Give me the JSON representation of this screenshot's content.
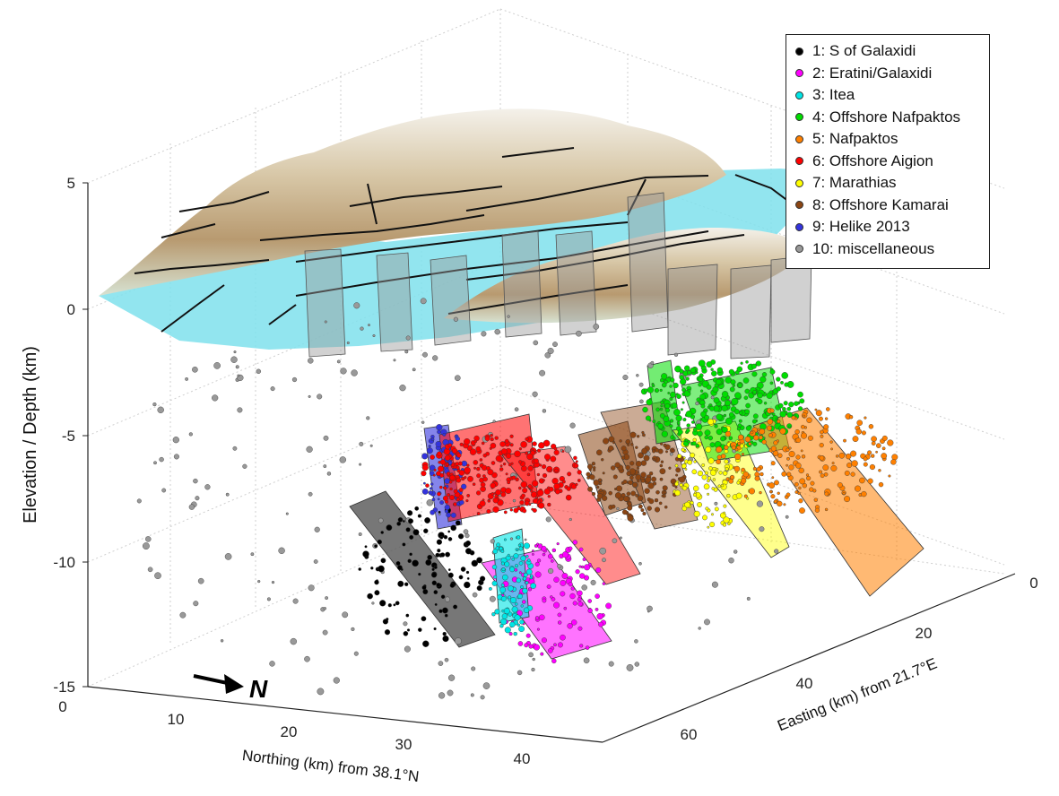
{
  "chart_data": {
    "type": "scatter",
    "projection": "3d",
    "zlabel": "Elevation / Depth (km)",
    "xlabel": "Northing (km) from 38.1°N",
    "ylabel": "Easting (km) from 21.7°E",
    "zlim": [
      -15,
      5
    ],
    "z_ticks": [
      "5",
      "0",
      "-5",
      "-10",
      "-15"
    ],
    "northing_ticks": [
      "0",
      "10",
      "20",
      "30",
      "40"
    ],
    "easting_ticks": [
      "0",
      "20",
      "40",
      "60"
    ],
    "north_arrow_label": "N",
    "grid": true,
    "legend_position": "top-right",
    "series": [
      {
        "name": "1: S of Galaxidi",
        "color": "#000000"
      },
      {
        "name": "2: Eratini/Galaxidi",
        "color": "#ff00ff"
      },
      {
        "name": "3: Itea",
        "color": "#00e5e5"
      },
      {
        "name": "4: Offshore Nafpaktos",
        "color": "#00dd00"
      },
      {
        "name": "5: Nafpaktos",
        "color": "#ff8000"
      },
      {
        "name": "6: Offshore Aigion",
        "color": "#ff0000"
      },
      {
        "name": "7: Marathias",
        "color": "#ffff00"
      },
      {
        "name": "8: Offshore Kamarai",
        "color": "#8b4513"
      },
      {
        "name": "9: Helike 2013",
        "color": "#3333dd"
      },
      {
        "name": "10: miscellaneous",
        "color": "#999999"
      }
    ]
  }
}
